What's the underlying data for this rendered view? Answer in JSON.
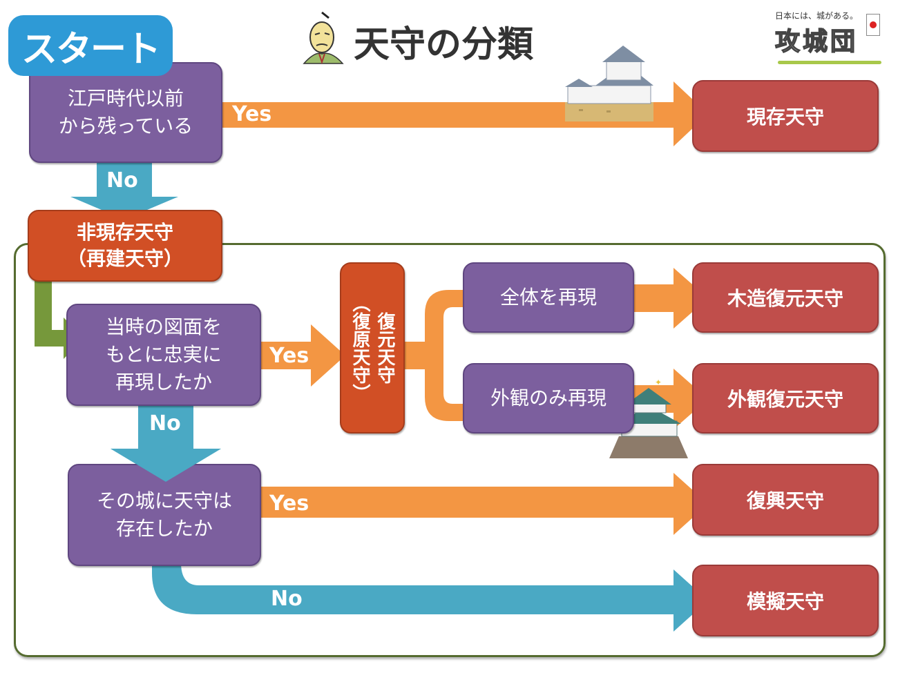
{
  "title": "天守の分類",
  "start_badge": "スタート",
  "logo": {
    "tagline": "日本には、城がある。",
    "name": "攻城団"
  },
  "colors": {
    "question": "#7c5f9e",
    "result": "#c04e4b",
    "category": "#d14f25",
    "yes_arrow": "#f39643",
    "no_arrow": "#4aa9c4",
    "group_arrow": "#76983b",
    "start": "#2e9ad6"
  },
  "nodes": {
    "q1": {
      "lines": [
        "江戸時代以前",
        "から残っている"
      ]
    },
    "genzon": "現存天守",
    "higenzon": {
      "lines": [
        "非現存天守",
        "（再建天守）"
      ]
    },
    "q2": {
      "lines": [
        "当時の図面を",
        "もとに忠実に",
        "再現したか"
      ]
    },
    "fukugen": {
      "lines": [
        "復元天守",
        "（復原天守）"
      ]
    },
    "q3a": "全体を再現",
    "q3b": "外観のみ再現",
    "mokuzou": "木造復元天守",
    "gaikan": "外観復元天守",
    "q4": {
      "lines": [
        "その城に天守は",
        "存在したか"
      ]
    },
    "fukkou": "復興天守",
    "mogi": "模擬天守"
  },
  "edges": {
    "q1_yes": "Yes",
    "q1_no": "No",
    "q2_yes": "Yes",
    "q2_no": "No",
    "q4_yes": "Yes",
    "q4_no": "No"
  }
}
